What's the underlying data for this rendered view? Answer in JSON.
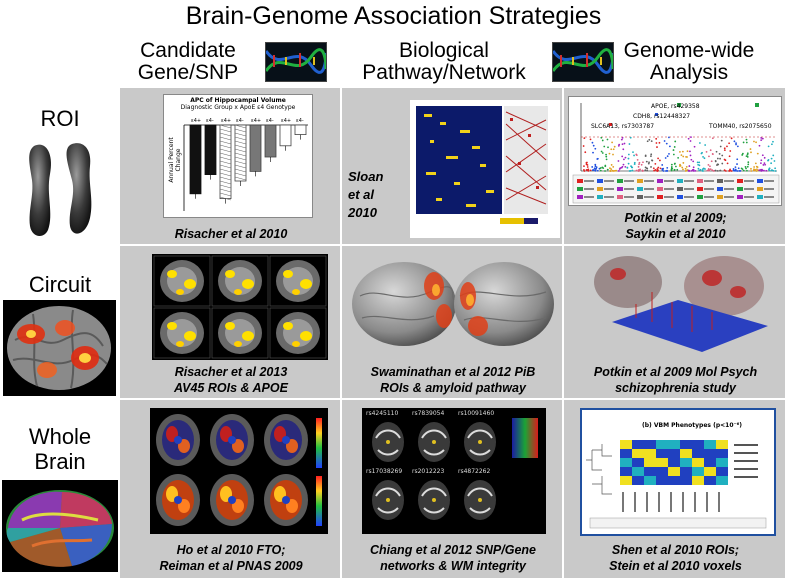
{
  "title": "Brain-Genome Association Strategies",
  "columns": [
    {
      "line1": "Candidate",
      "line2": "Gene/SNP"
    },
    {
      "line1": "Biological",
      "line2": "Pathway/Network"
    },
    {
      "line1": "Genome-wide",
      "line2": "Analysis"
    }
  ],
  "rows": [
    {
      "line1": "ROI",
      "line2": ""
    },
    {
      "line1": "Circuit",
      "line2": ""
    },
    {
      "line1": "Whole",
      "line2": "Brain"
    }
  ],
  "cells": {
    "roi_candidate": {
      "line1": "Risacher et al 2010",
      "line2": ""
    },
    "roi_pathway": {
      "line1": "Sloan",
      "line2": "et al",
      "line3": "2010"
    },
    "roi_genome": {
      "line1": "Potkin et al 2009;",
      "line2": "Saykin et al 2010"
    },
    "circuit_candidate": {
      "line1": "Risacher et al 2013",
      "line2": "AV45 ROIs & APOE"
    },
    "circuit_pathway": {
      "line1": "Swaminathan et al 2012 PiB",
      "line2": "ROIs & amyloid pathway"
    },
    "circuit_genome": {
      "line1": "Potkin et al 2009 Mol Psych",
      "line2": "schizophrenia study"
    },
    "whole_candidate": {
      "line1": "Ho et al 2010 FTO;",
      "line2": "Reiman et al PNAS 2009"
    },
    "whole_pathway": {
      "line1": "Chiang et al 2012 SNP/Gene",
      "line2": "networks & WM integrity"
    },
    "whole_genome": {
      "line1": "Shen et al 2010 ROIs;",
      "line2": "Stein et al 2010 voxels"
    }
  },
  "figures": {
    "bar_chart": {
      "title1": "APC of Hippocampal Volume",
      "title2": "Diagnostic Group x ApoE ε4 Genotype",
      "ylabel": "Annual Percent Change",
      "group_labels": [
        "ε4+",
        "ε4-",
        "ε4+",
        "ε4-",
        "ε4+",
        "ε4-",
        "ε4+",
        "ε4-"
      ],
      "values": [
        -4.3,
        -3.1,
        -4.6,
        -3.5,
        -2.9,
        -2.0,
        -1.3,
        -0.6
      ]
    },
    "manhattan_labels": [
      "APOE, rs429358",
      "CDH8, rs12448327",
      "SLC6A13, rs7303787",
      "TOMM40, rs2075650"
    ],
    "snp_labels": [
      "rs4245110",
      "rs7839054",
      "rs10091460",
      "rs17038269",
      "rs2012223",
      "rs4872262"
    ],
    "heatmap_title": "(b) VBM Phenotypes (p<10⁻⁶)"
  },
  "colors": {
    "grid": "#c9c9c9",
    "bar_black": "#111111",
    "bar_gray": "#777777",
    "activation": "#ffe000",
    "heat_red": "#d82020"
  }
}
